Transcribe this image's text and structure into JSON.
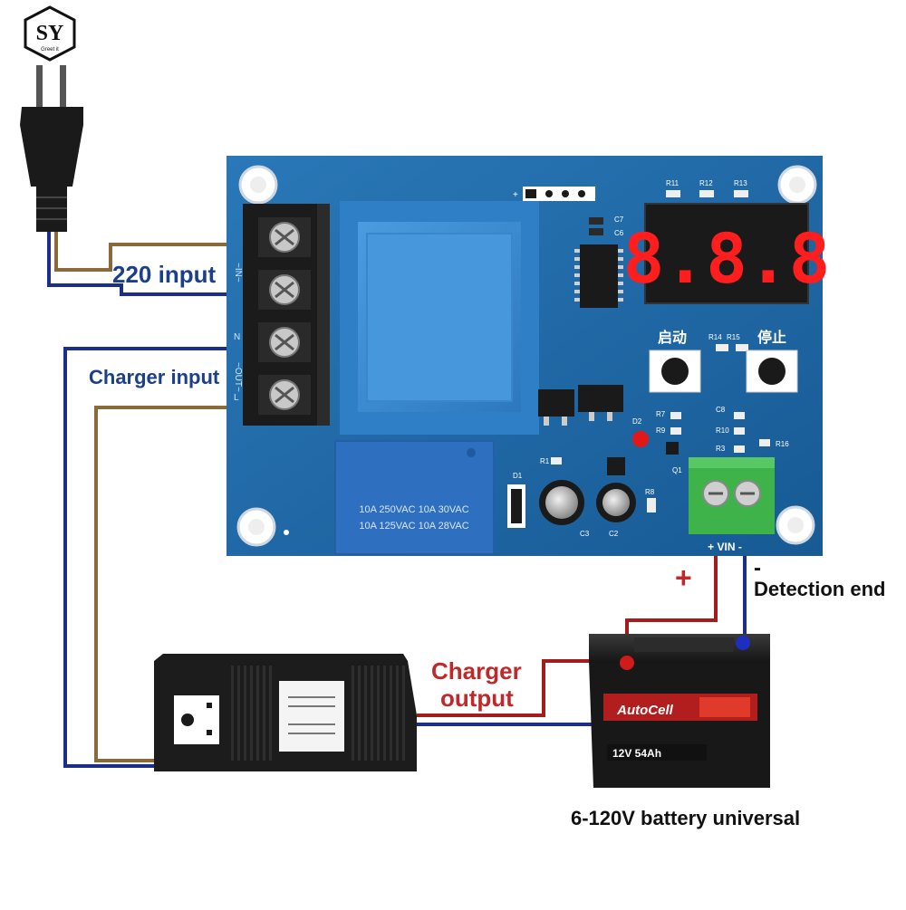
{
  "logo": {
    "text": "SY",
    "subtext": "Greet it"
  },
  "labels": {
    "input_220": "220 input",
    "charger_input": "Charger input",
    "charger_output_line1": "Charger",
    "charger_output_line2": "output",
    "plus": "+",
    "minus": "-",
    "detection_end": "Detection end",
    "battery_universal": "6-120V battery universal"
  },
  "board": {
    "terminal_marks": [
      "~IN~",
      "N",
      "~OUT~",
      "L"
    ],
    "relay_line1": "10A 250VAC 10A 30VAC",
    "relay_line2": "10A 125VAC 10A 28VAC",
    "display_text": "8.8.8",
    "start_label": "启动",
    "stop_label": "停止",
    "vin_label": "+ VIN -",
    "component_labels": {
      "r11": "R11",
      "r12": "R12",
      "r13": "R13",
      "c7": "C7",
      "c6": "C6",
      "r14": "R14",
      "r15": "R15",
      "r7": "R7",
      "r9": "R9",
      "d2": "D2",
      "c8": "C8",
      "r10": "R10",
      "r3": "R3",
      "r16": "R16",
      "d1": "D1",
      "r1": "R1",
      "c3": "C3",
      "c2": "C2",
      "r8": "R8",
      "q1": "Q1"
    }
  },
  "battery": {
    "brand": "AutoCell",
    "rating": "12V 54Ah"
  },
  "colors": {
    "board_blue": "#1f6aa8",
    "transformer_blue": "#3d8fd6",
    "wire_blue": "#1b2f8a",
    "wire_brown": "#8b6a3a",
    "wire_red": "#a31d1d",
    "display_red": "#ff1e1e",
    "terminal_green": "#3db34a"
  }
}
